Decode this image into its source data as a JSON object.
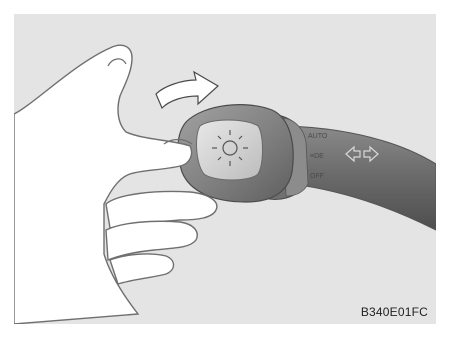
{
  "illustration": {
    "figure_code": "B340E01FC",
    "switch_labels": {
      "auto": "AUTO",
      "parking": "≡DE",
      "off": "OFF"
    },
    "turn_signal_symbol": "⇦⇨",
    "headlight_symbol": "☼"
  },
  "colors": {
    "background": "#e4e4e4",
    "stalk": "#6a6a6a",
    "knob": "#808080",
    "hand_outline": "#6f6f6f"
  }
}
